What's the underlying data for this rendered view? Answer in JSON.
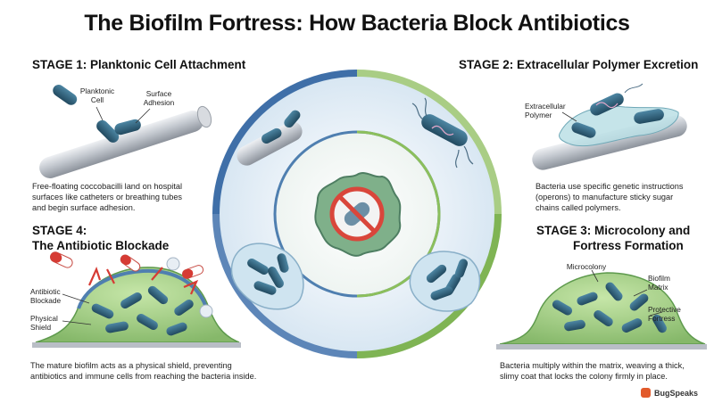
{
  "title": "The Biofilm Fortress: How Bacteria Block Antibiotics",
  "stages": {
    "s1": {
      "heading": "STAGE 1: Planktonic Cell Attachment",
      "desc_lines": [
        "Free-floating coccobacilli land on hospital",
        "surfaces like catheters or breathing tubes",
        "and begin surface adhesion."
      ],
      "labels": {
        "planktonic": [
          "Planktonic",
          "Cell"
        ],
        "surface": [
          "Surface",
          "Adhesion"
        ]
      }
    },
    "s2": {
      "heading": "STAGE 2: Extracellular Polymer Excretion",
      "desc_lines": [
        "Bacteria use specific genetic instructions",
        "(operons) to manufacture sticky sugar",
        "chains called polymers."
      ],
      "labels": {
        "polymer": [
          "Extracellular",
          "Polymer"
        ]
      }
    },
    "s3": {
      "heading_lines": [
        "STAGE 3: Microcolony and",
        "Fortress Formation"
      ],
      "desc_lines": [
        "Bacteria multiply within the matrix, weaving a thick,",
        "slimy coat that locks the colony firmly in place."
      ],
      "labels": {
        "microcolony": "Microcolony",
        "matrix": [
          "Biofilm",
          "Matrix"
        ],
        "fortress": [
          "Protective",
          "Fortress"
        ]
      }
    },
    "s4": {
      "heading_lines": [
        "STAGE 4:",
        "The Antibiotic Blockade"
      ],
      "desc_lines": [
        "The mature biofilm acts as a physical shield, preventing",
        "antibiotics and immune cells from reaching the bacteria inside."
      ],
      "labels": {
        "blockade": [
          "Antibiotic",
          "Blockade"
        ],
        "shield": [
          "Physical",
          "Shield"
        ]
      }
    }
  },
  "brand": "BugSpeaks",
  "colors": {
    "ring_blue": "#3f6fa8",
    "ring_green": "#8cbf5c",
    "bacteria": "#2f5f7a",
    "matrix_green": "#9fd07c",
    "no_sign": "#d9463b",
    "pill_red": "#d63b34",
    "tube": "#b9bec6"
  }
}
